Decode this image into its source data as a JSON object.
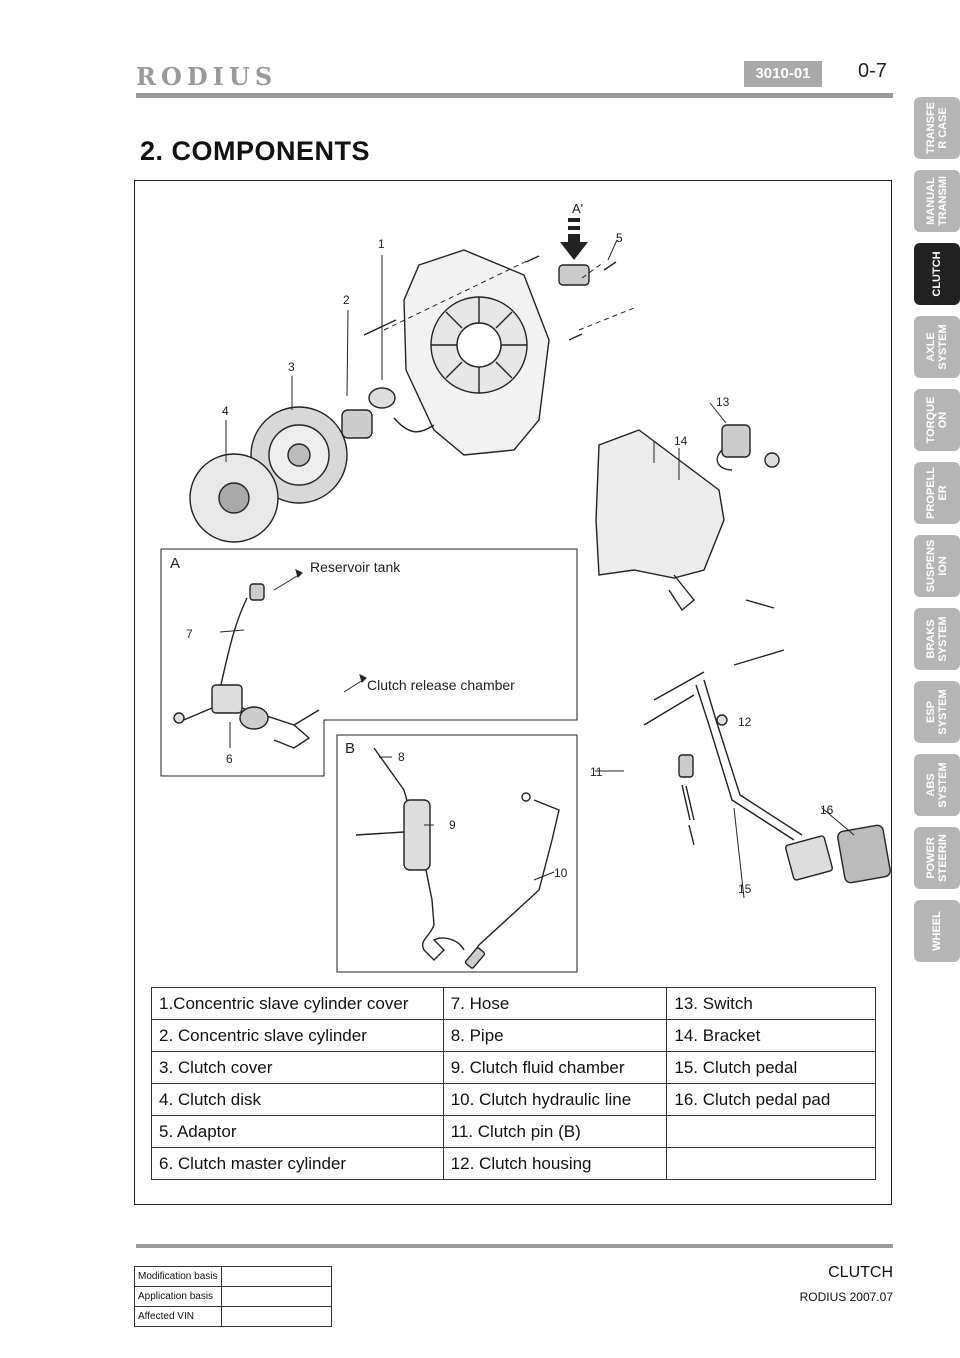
{
  "header": {
    "brand": "RODIUS",
    "section_code": "3010-01",
    "page": "0-7"
  },
  "title": "2. COMPONENTS",
  "diagram": {
    "callouts": [
      "1",
      "2",
      "3",
      "4",
      "5",
      "6",
      "7",
      "8",
      "9",
      "10",
      "11",
      "12",
      "13",
      "14",
      "15",
      "16"
    ],
    "view_marker": "A'",
    "inset_a": {
      "label": "A",
      "reservoir": "Reservoir tank",
      "chamber": "Clutch release chamber"
    },
    "inset_b": {
      "label": "B"
    }
  },
  "components": [
    [
      "1.Concentric slave cylinder cover",
      "7. Hose",
      "13. Switch"
    ],
    [
      "2. Concentric slave cylinder",
      "8. Pipe",
      "14. Bracket"
    ],
    [
      "3. Clutch cover",
      "9. Clutch fluid chamber",
      "15. Clutch pedal"
    ],
    [
      "4. Clutch disk",
      "10. Clutch hydraulic line",
      "16. Clutch pedal pad"
    ],
    [
      "5. Adaptor",
      "11. Clutch pin (B)",
      ""
    ],
    [
      "6. Clutch master cylinder",
      "12. Clutch housing",
      ""
    ]
  ],
  "side_tabs": [
    {
      "label": "TRANSFE\nR CASE",
      "active": false
    },
    {
      "label": "MANUAL\nTRANSMI",
      "active": false
    },
    {
      "label": "CLUTCH",
      "active": true
    },
    {
      "label": "AXLE\nSYSTEM",
      "active": false
    },
    {
      "label": "TORQUE\nON",
      "active": false
    },
    {
      "label": "PROPELL\nER",
      "active": false
    },
    {
      "label": "SUSPENS\nION",
      "active": false
    },
    {
      "label": "BRAKS\nSYSTEM",
      "active": false
    },
    {
      "label": "ESP\nSYSTEM",
      "active": false
    },
    {
      "label": "ABS\nSYSTEM",
      "active": false
    },
    {
      "label": "POWER\nSTEERIN",
      "active": false
    },
    {
      "label": "WHEEL",
      "active": false
    }
  ],
  "footer": {
    "section": "CLUTCH",
    "model": "RODIUS 2007.07",
    "modification_table": [
      {
        "label": "Modification basis",
        "value": ""
      },
      {
        "label": "Application basis",
        "value": ""
      },
      {
        "label": "Affected VIN",
        "value": ""
      }
    ]
  }
}
